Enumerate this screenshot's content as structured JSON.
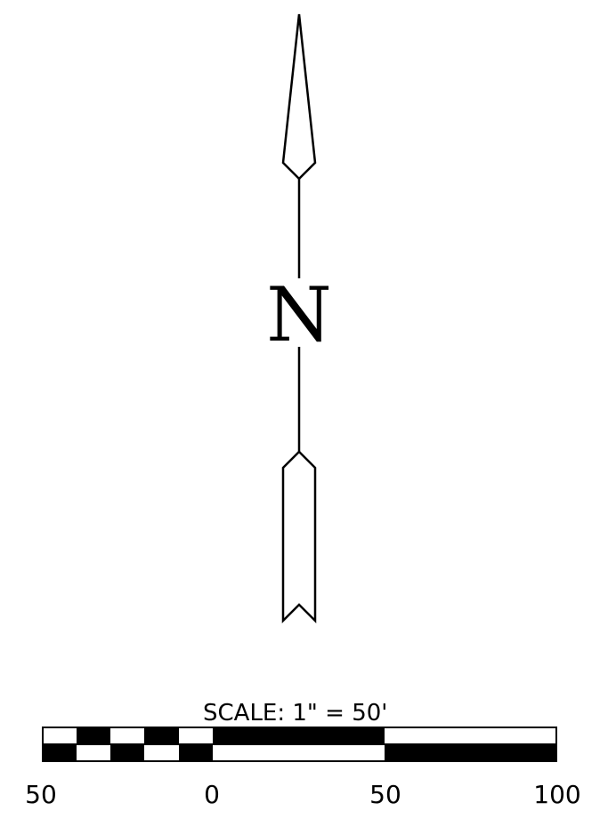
{
  "north_arrow": {
    "letter": "N",
    "icon": "north-arrow-icon"
  },
  "scale_bar": {
    "title": "SCALE:  1\"  =  50'",
    "ticks": [
      "50",
      "0",
      "50",
      "100"
    ],
    "fill_color": "#000000",
    "background_color": "#ffffff"
  }
}
